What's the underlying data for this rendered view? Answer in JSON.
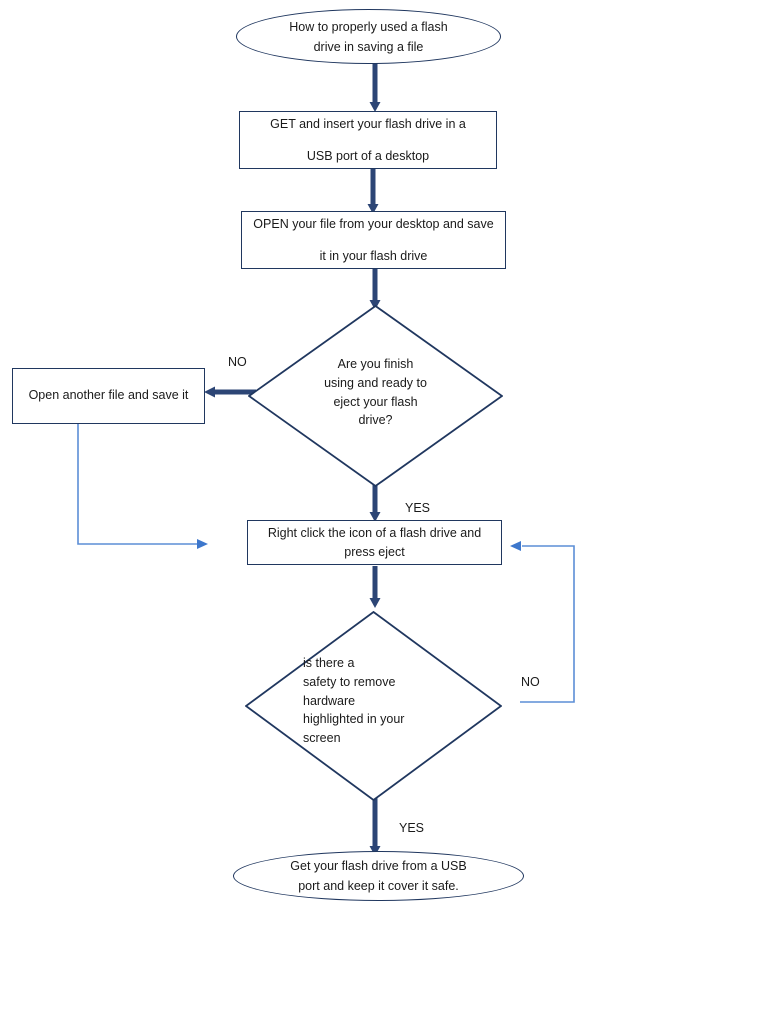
{
  "diagram": {
    "title": "How to properly used a flash drive in saving a file",
    "colors": {
      "shape_stroke": "#20375f",
      "connector_primary": "#2c4575",
      "connector_secondary": "#5b8ed6",
      "text": "#1a1a1a",
      "background": "#ffffff"
    },
    "nodes": [
      {
        "id": "start",
        "type": "terminator",
        "text": "How to properly used a flash\ndrive in saving a file"
      },
      {
        "id": "get-insert",
        "type": "process",
        "text": "GET and insert your flash drive in a\nUSB port of a desktop"
      },
      {
        "id": "open-save",
        "type": "process",
        "text": "OPEN your file from your desktop and save\nit in your flash drive"
      },
      {
        "id": "finish-decision",
        "type": "decision",
        "text": "Are you finish\nusing and ready to\neject your flash\ndrive?"
      },
      {
        "id": "open-another",
        "type": "process",
        "text": "Open another file and save it"
      },
      {
        "id": "right-click",
        "type": "process",
        "text": "Right click the icon of a flash drive and\npress eject"
      },
      {
        "id": "safety-decision",
        "type": "decision",
        "text": "is there a\nsafety to remove\nhardware\nhighlighted in your\nscreen"
      },
      {
        "id": "end",
        "type": "terminator",
        "text": "Get your flash drive from a USB\nport and keep it cover it safe."
      }
    ],
    "edge_labels": {
      "finish_no": "NO",
      "finish_yes": "YES",
      "safety_no": "NO",
      "safety_yes": "YES"
    }
  }
}
